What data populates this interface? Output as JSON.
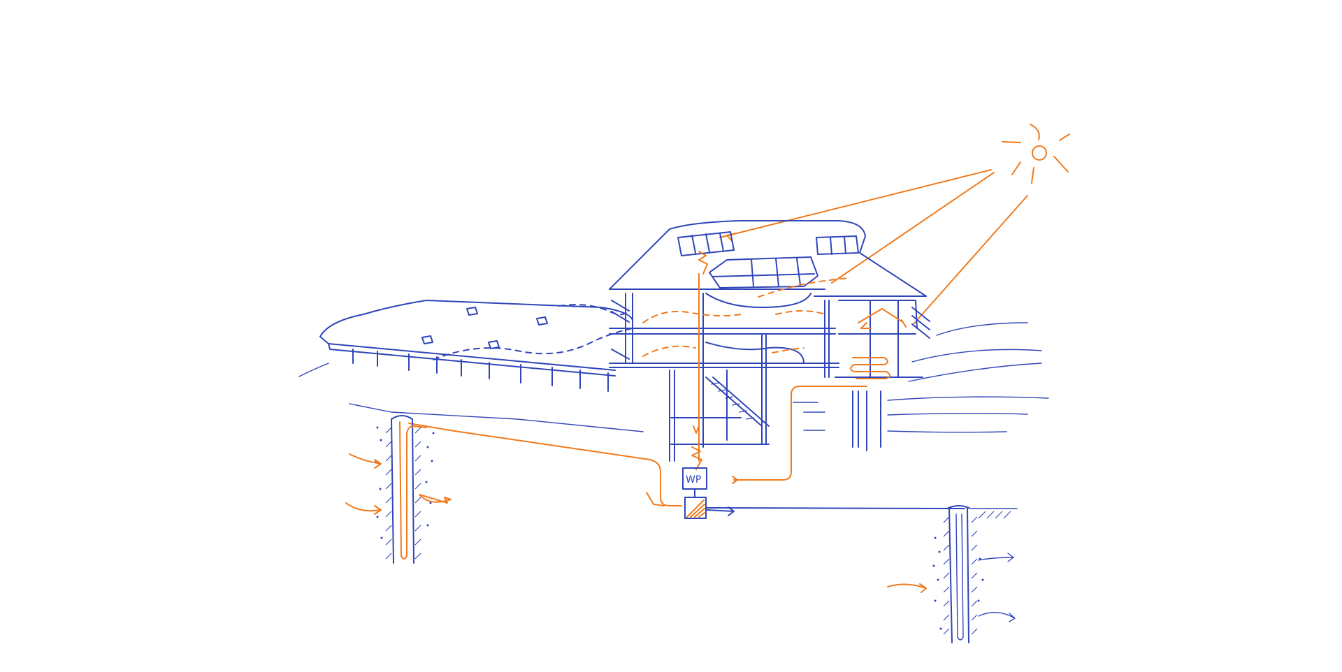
{
  "diagram": {
    "heat_pump_label": "WP",
    "colors": {
      "structure_blue": "#2f45b8",
      "energy_orange": "#f07a1c",
      "background": "#ffffff"
    },
    "icons": [
      "sun-icon",
      "lightning-icon",
      "heat-pump-box",
      "storage-tank-box",
      "geothermal-probe"
    ]
  }
}
